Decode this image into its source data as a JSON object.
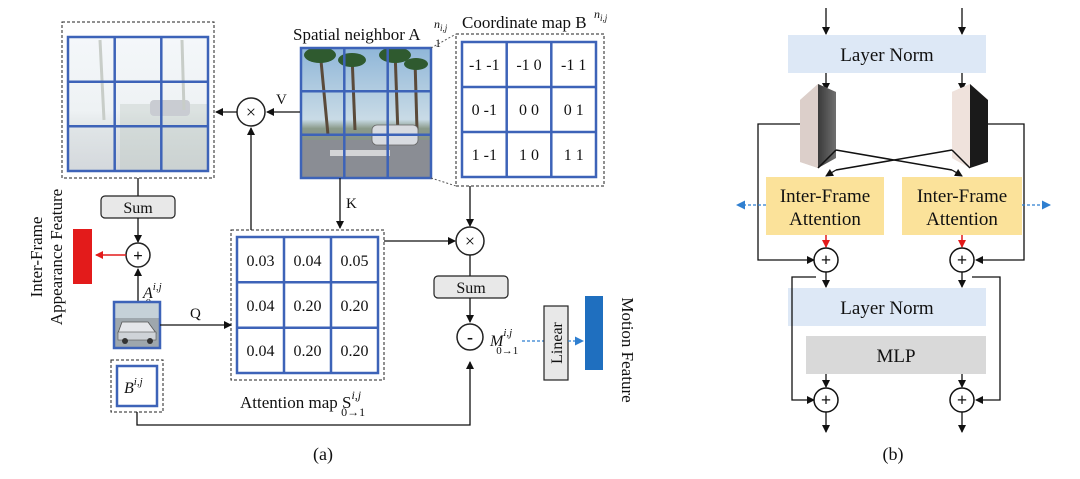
{
  "panel_a": {
    "caption": "(a)",
    "spatial_neighbor": {
      "label": "Spatial neighbor A",
      "sup": "n",
      "sup_sub": "i,j",
      "sub": "1"
    },
    "coordinate_map": {
      "label": "Coordinate map B",
      "sup": "n",
      "sup_sub": "i,j",
      "cells": [
        "-1 -1",
        "-1 0",
        "-1 1",
        "0 -1",
        "0 0",
        "0 1",
        "1 -1",
        "1 0",
        "1 1"
      ]
    },
    "attention_map": {
      "label": "Attention map S",
      "sup": "i,j",
      "sub": "0→1",
      "cells": [
        "0.03",
        "0.04",
        "0.05",
        "0.04",
        "0.20",
        "0.20",
        "0.04",
        "0.20",
        "0.20"
      ]
    },
    "sum_left": "Sum",
    "sum_right": "Sum",
    "linear": "Linear",
    "v_label": "V",
    "k_label": "K",
    "q_label": "Q",
    "a0": {
      "base": "A",
      "sup": "i,j",
      "sub": "0"
    },
    "b_box": {
      "base": "B",
      "sup": "i,j"
    },
    "m_label": {
      "base": "M",
      "sup": "i,j",
      "sub": "0→1"
    },
    "plus": "+",
    "times": "×",
    "minus": "-",
    "appearance_feature": [
      "Inter-Frame",
      "Appearance Feature"
    ],
    "motion_feature": "Motion Feature"
  },
  "panel_b": {
    "caption": "(b)",
    "layer_norm_top": "Layer Norm",
    "layer_norm_mid": "Layer Norm",
    "mlp": "MLP",
    "attention_left": [
      "Inter-Frame",
      "Attention"
    ],
    "attention_right": [
      "Inter-Frame",
      "Attention"
    ],
    "plus": "+"
  },
  "colors": {
    "grid_blue": "#3d63b8",
    "feature_red": "#e31b1b",
    "feature_blue": "#1f6fbf",
    "arrow_blue": "#2f7fd0",
    "norm_fill": "#dde8f6",
    "attention_fill": "#fbe29a",
    "mlp_fill": "#d9d9d9",
    "button_fill": "#e8e8e8"
  }
}
